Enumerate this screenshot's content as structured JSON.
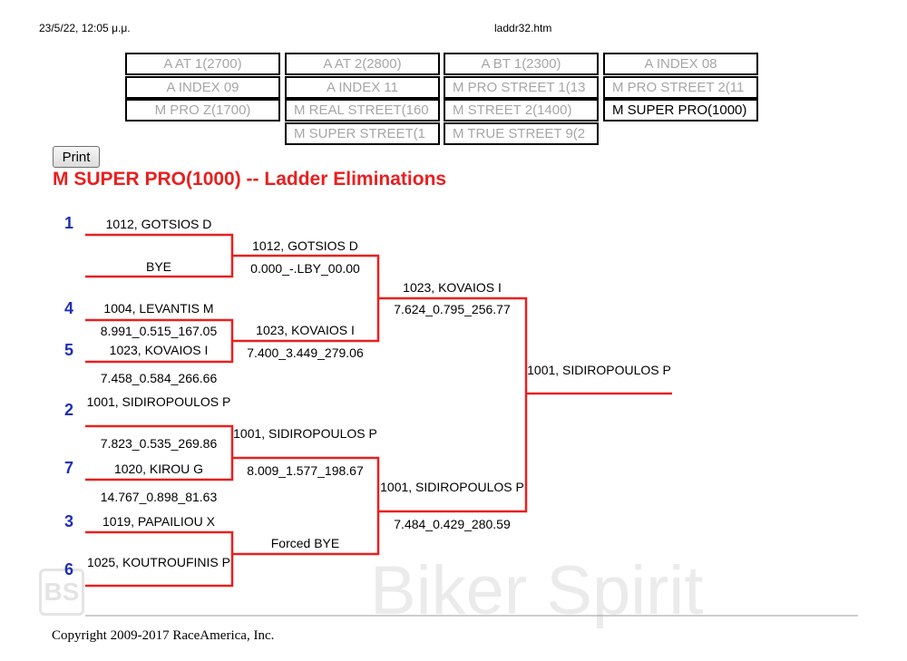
{
  "header": {
    "datetime": "23/5/22, 12:05 μ.μ.",
    "filename": "laddr32.htm"
  },
  "categories": [
    "A AT 1(2700)",
    "A AT 2(2800)",
    "A BT 1(2300)",
    "A INDEX 08",
    "A INDEX 09",
    "A INDEX 11",
    "M PRO STREET 1(13",
    "M PRO STREET 2(11",
    "M PRO Z(1700)",
    "M REAL STREET(160",
    "M STREET 2(1400)",
    "M SUPER PRO(1000)",
    "M SUPER STREET(1",
    "M TRUE STREET 9(2"
  ],
  "print_label": "Print",
  "title": "M SUPER PRO(1000) -- Ladder Eliminations",
  "seeds": [
    "1",
    "4",
    "5",
    "2",
    "7",
    "3",
    "6"
  ],
  "round1": [
    {
      "top": "1012, GOTSIOS D",
      "bottom": "BYE"
    },
    {
      "top": "1004, LEVANTIS M",
      "top_time": "8.991_0.515_167.05",
      "bottom": "1023, KOVAIOS I",
      "bottom_time": "7.458_0.584_266.66"
    },
    {
      "top": "1001, SIDIROPOULOS P",
      "top_time": "7.823_0.535_269.86",
      "bottom": "1020, KIROU G",
      "bottom_time": "14.767_0.898_81.63"
    },
    {
      "top": "1019, PAPAILIOU X",
      "bottom": "1025, KOUTROUFINIS P"
    }
  ],
  "round2": [
    {
      "name": "1012, GOTSIOS D",
      "time": "0.000_-.LBY_00.00"
    },
    {
      "name": "1023, KOVAIOS I",
      "time": "7.400_3.449_279.06"
    },
    {
      "name": "1001, SIDIROPOULOS P",
      "time": "8.009_1.577_198.67"
    },
    {
      "name": "Forced BYE"
    }
  ],
  "round3": [
    {
      "name": "1023, KOVAIOS I",
      "time": "7.624_0.795_256.77"
    },
    {
      "name": "1001, SIDIROPOULOS P",
      "time": "7.484_0.429_280.59"
    }
  ],
  "winner": {
    "name": "1001, SIDIROPOULOS P"
  },
  "watermark": {
    "logo": "BS",
    "text": "Biker Spirit"
  },
  "footer": {
    "copyright": "Copyright 2009-2017 RaceAmerica, Inc."
  },
  "colors": {
    "bracket": "#e8201f",
    "seed": "#1f2fb5",
    "title": "#e8201f"
  }
}
